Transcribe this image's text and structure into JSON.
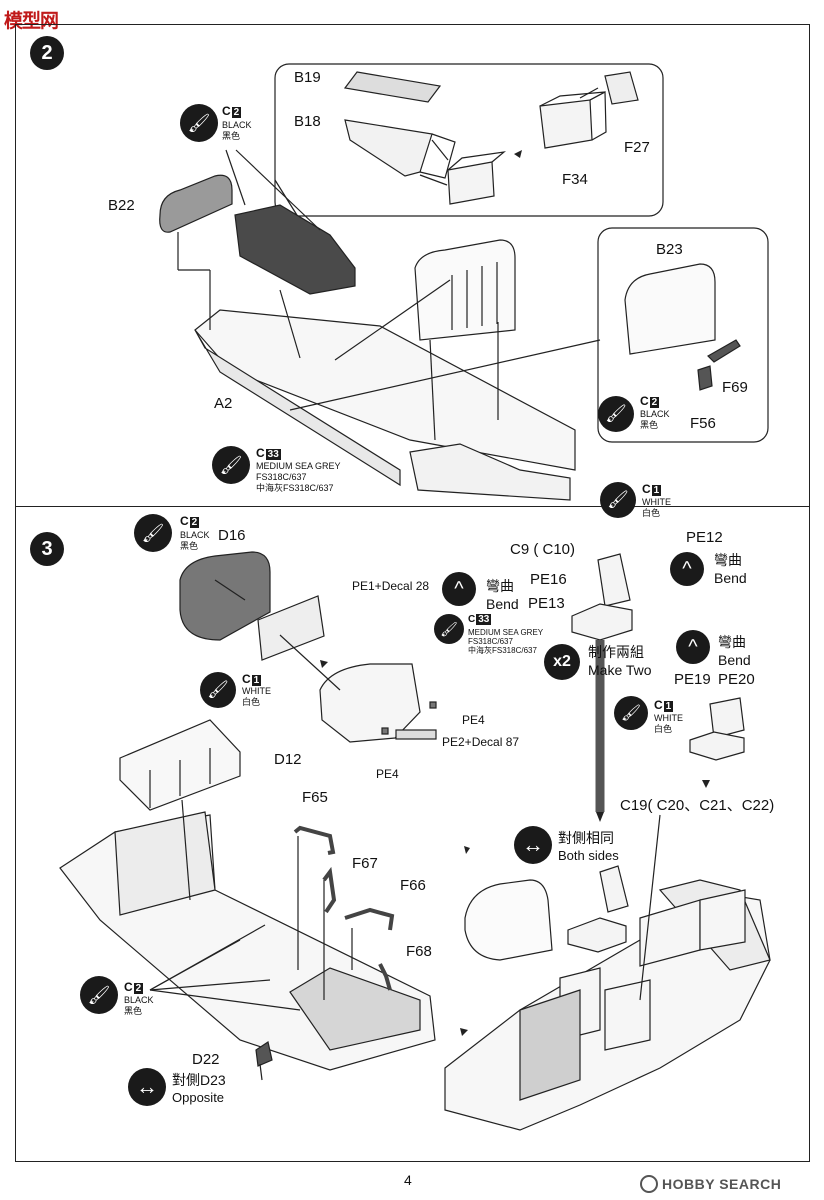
{
  "header": {
    "site_logo_text": "模型网"
  },
  "steps": [
    {
      "number": "2"
    },
    {
      "number": "3"
    }
  ],
  "paint_codes": {
    "c2": {
      "letter": "C",
      "num": "2",
      "name_en": "BLACK",
      "name_cn": "黑色"
    },
    "c1": {
      "letter": "C",
      "num": "1",
      "name_en": "WHITE",
      "name_cn": "白色"
    },
    "c33": {
      "letter": "C",
      "num": "33",
      "name_en": "MEDIUM SEA GREY",
      "fs": "FS318C/637",
      "name_cn": "中海灰FS318C/637"
    }
  },
  "step2": {
    "parts": [
      "B19",
      "B18",
      "F27",
      "F34",
      "B22",
      "A2",
      "B23",
      "F69",
      "F56"
    ]
  },
  "step3": {
    "parts": [
      "D16",
      "PE1+Decal 28",
      "PE4",
      "PE2+Decal 87",
      "PE4",
      "D12",
      "F65",
      "F67",
      "F66",
      "F68",
      "D22",
      "C9 ( C10)",
      "PE12",
      "PE16",
      "PE13",
      "PE19",
      "PE20",
      "C19( C20、C21、C22)"
    ],
    "bend_cn": "彎曲",
    "bend_en": "Bend",
    "make_two_mult": "x2",
    "make_two_cn": "制作兩組",
    "make_two_en": "Make Two",
    "both_sides_cn": "對側相同",
    "both_sides_en": "Both sides",
    "opposite_cn": "對側",
    "opposite_part": "D23",
    "opposite_en": "Opposite"
  },
  "footer": {
    "page_number": "4",
    "watermark": "HOBBY SEARCH"
  }
}
